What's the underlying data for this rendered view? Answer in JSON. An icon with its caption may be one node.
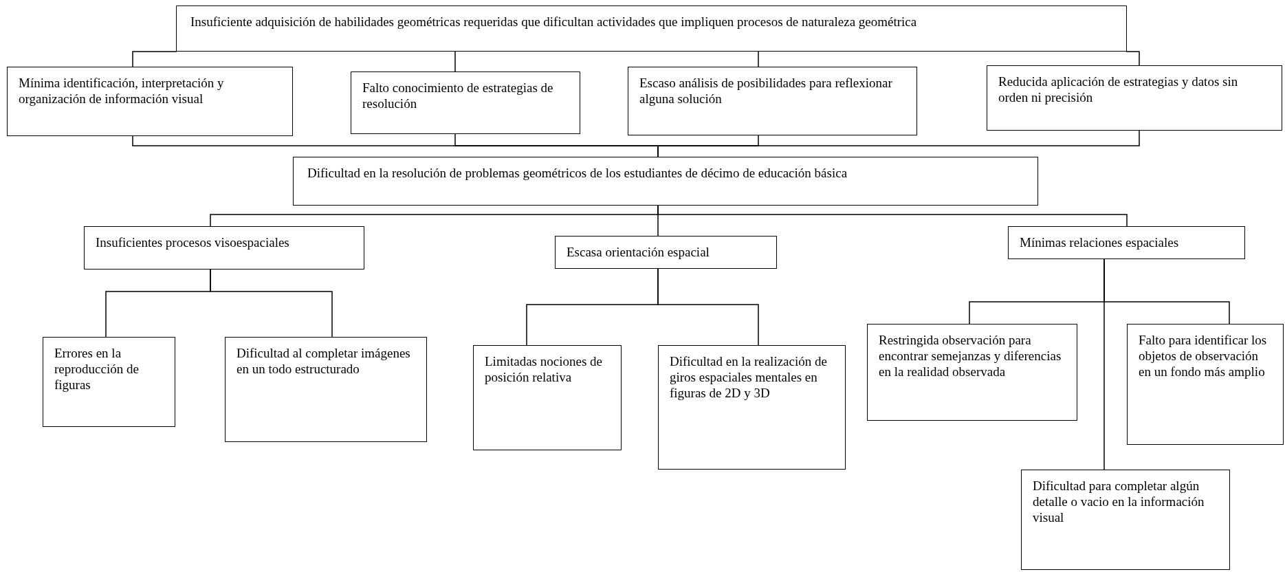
{
  "diagram": {
    "nodes": [
      {
        "text": [
          "Insuficiente adquisición de habilidades geométricas requeridas que dificultan actividades que impliquen procesos de naturaleza geométrica"
        ]
      },
      {
        "text": [
          "Mínima identificación, interpretación y organización de información visual"
        ]
      },
      {
        "text": [
          "Falto conocimiento de estrategias de resolución"
        ]
      },
      {
        "text": [
          "Escaso análisis de posibilidades para reflexionar alguna solución"
        ]
      },
      {
        "text": [
          "Reducida aplicación de estrategias y datos sin orden ni precisión"
        ]
      },
      {
        "text": [
          "Dificultad en la resolución de problemas geométricos de los estudiantes de décimo de educación básica"
        ]
      },
      {
        "text": [
          "Insuficientes procesos visoespaciales"
        ]
      },
      {
        "text": [
          "Escasa orientación espacial"
        ]
      },
      {
        "text": [
          "Mínimas relaciones espaciales"
        ]
      },
      {
        "text": [
          "Errores en la reproducción de figuras"
        ]
      },
      {
        "text": [
          "Dificultad al completar imágenes en un todo estructurado"
        ]
      },
      {
        "text": [
          "Limitadas nociones de posición relativa"
        ]
      },
      {
        "text": [
          "Dificultad en la realización de giros espaciales mentales en figuras de 2D y 3D"
        ]
      },
      {
        "text": [
          "Restringida observación para encontrar semejanzas y diferencias en la realidad observada"
        ]
      },
      {
        "text": [
          "Falto para identificar los objetos de observación en un fondo más amplio"
        ]
      },
      {
        "text": [
          "Dificultad para completar algún detalle o vacio en la información visual"
        ]
      }
    ],
    "edges": [
      {
        "from": 0,
        "to": 1,
        "arrow": "none"
      },
      {
        "from": 0,
        "to": 2,
        "arrow": "none"
      },
      {
        "from": 0,
        "to": 3,
        "arrow": "none"
      },
      {
        "from": 0,
        "to": 4,
        "arrow": "none"
      },
      {
        "from": 5,
        "to": 1,
        "arrow": "none"
      },
      {
        "from": 5,
        "to": 2,
        "arrow": "none"
      },
      {
        "from": 5,
        "to": 3,
        "arrow": "none"
      },
      {
        "from": 5,
        "to": 4,
        "arrow": "none"
      },
      {
        "from": 5,
        "to": 6,
        "arrow": "none"
      },
      {
        "from": 5,
        "to": 7,
        "arrow": "none"
      },
      {
        "from": 5,
        "to": 8,
        "arrow": "none"
      },
      {
        "from": 6,
        "to": 9,
        "arrow": "none"
      },
      {
        "from": 6,
        "to": 10,
        "arrow": "none"
      },
      {
        "from": 7,
        "to": 11,
        "arrow": "none"
      },
      {
        "from": 7,
        "to": 12,
        "arrow": "none"
      },
      {
        "from": 8,
        "to": 13,
        "arrow": "none"
      },
      {
        "from": 8,
        "to": 14,
        "arrow": "none"
      },
      {
        "from": 8,
        "to": 15,
        "arrow": "none"
      }
    ]
  }
}
